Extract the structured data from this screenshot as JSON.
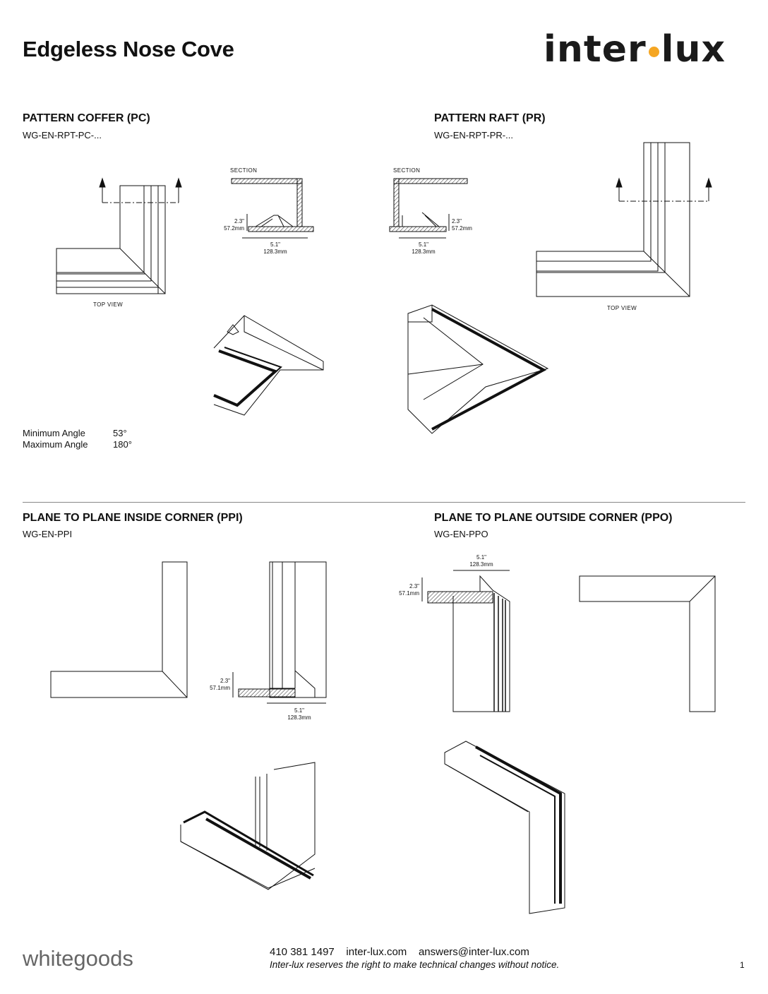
{
  "header": {
    "title": "Edgeless Nose Cove",
    "logo_left": "inter",
    "logo_right": "lux",
    "logo_dot_color": "#f5a623"
  },
  "sections": {
    "pc": {
      "heading": "PATTERN COFFER (PC)",
      "code": "WG-EN-RPT-PC-...",
      "section_label": "SECTION",
      "view_label": "TOP VIEW",
      "height_in": "2.3\"",
      "height_mm": "57.2mm",
      "width_in": "5.1\"",
      "width_mm": "128.3mm"
    },
    "pr": {
      "heading": "PATTERN RAFT (PR)",
      "code": "WG-EN-RPT-PR-...",
      "section_label": "SECTION",
      "view_label": "TOP VIEW",
      "height_in": "2.3\"",
      "height_mm": "57.2mm",
      "width_in": "5.1\"",
      "width_mm": "128.3mm"
    },
    "ppi": {
      "heading": "PLANE TO PLANE INSIDE CORNER (PPI)",
      "code": "WG-EN-PPI",
      "height_in": "2.3\"",
      "height_mm": "57.1mm",
      "width_in": "5.1\"",
      "width_mm": "128.3mm"
    },
    "ppo": {
      "heading": "PLANE TO PLANE OUTSIDE CORNER (PPO)",
      "code": "WG-EN-PPO",
      "height_in": "2.3\"",
      "height_mm": "57.1mm",
      "width_in": "5.1\"",
      "width_mm": "128.3mm"
    }
  },
  "specs": {
    "min_label": "Minimum Angle",
    "min_value": "53°",
    "max_label": "Maximum Angle",
    "max_value": "180°"
  },
  "footer": {
    "brand": "whitegoods",
    "contact": "410 381 1497    inter-lux.com    answers@inter-lux.com",
    "note": "Inter-lux reserves the right to make technical changes without notice.",
    "page": "1"
  }
}
